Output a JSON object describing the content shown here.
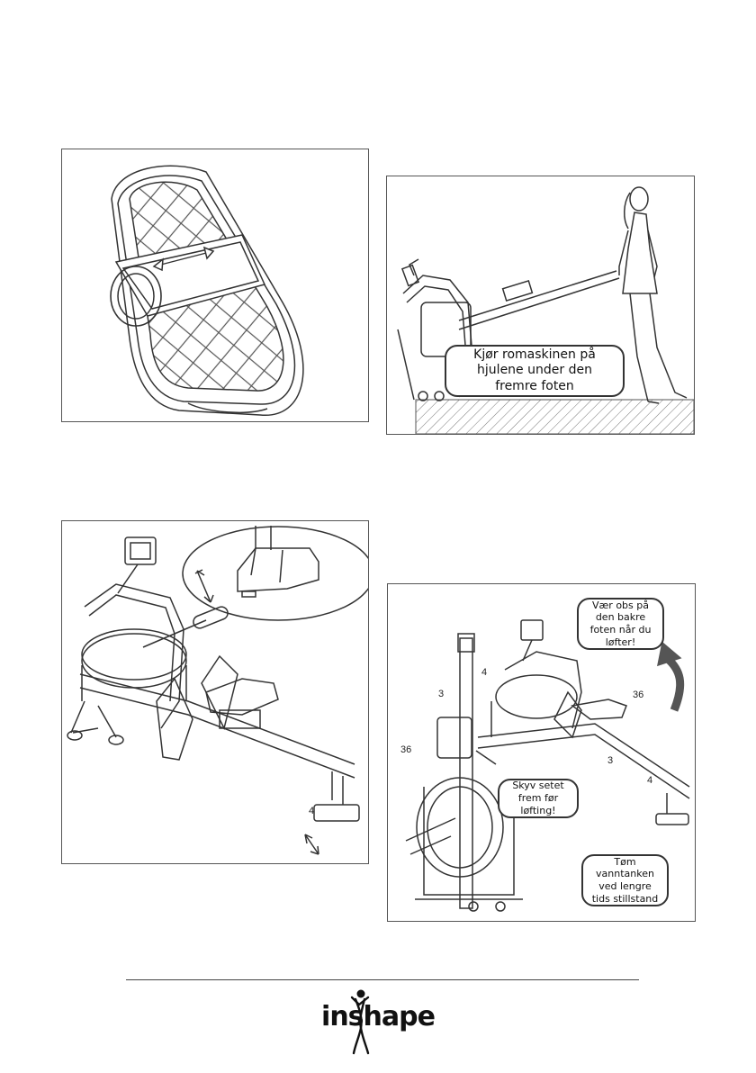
{
  "panels": {
    "pedal": {},
    "moving": {
      "callout": "Kjør romaskinen på hjulene under den fremre foten"
    },
    "leveling": {
      "part_label": "4"
    },
    "storage": {
      "callout_top": "Vær obs på den bakre foten når du løfter!",
      "callout_seat": "Skyv setet frem før løfting!",
      "callout_tank": "Tøm vanntanken ved lengre tids stillstand",
      "labels": {
        "l4_top": "4",
        "l3_left": "3",
        "l36_left": "36",
        "l36_right": "36",
        "l3_right": "3",
        "l4_right": "4"
      }
    }
  },
  "footer": {
    "logo_text": "inshape"
  }
}
